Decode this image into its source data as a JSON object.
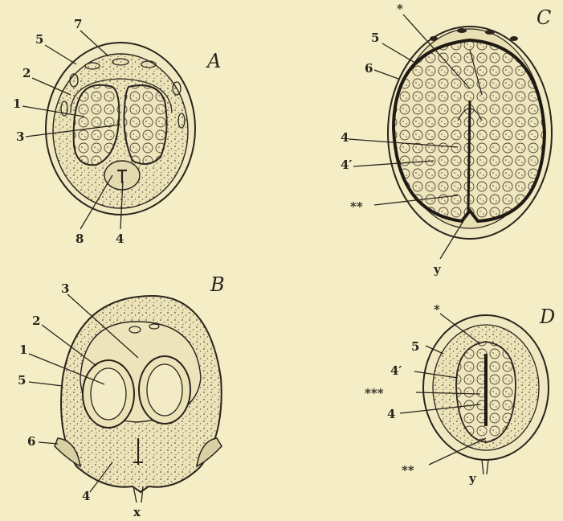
{
  "panels": {
    "A": {
      "letter": "A",
      "labels": {
        "l7": "7",
        "l5": "5",
        "l2": "2",
        "l1": "1",
        "l3": "3",
        "l8": "8",
        "l4": "4"
      }
    },
    "B": {
      "letter": "B",
      "labels": {
        "l3": "3",
        "l2": "2",
        "l1": "1",
        "l5": "5",
        "l6": "6",
        "l4": "4",
        "lx": "x"
      }
    },
    "C": {
      "letter": "C",
      "labels": {
        "star": "*",
        "l5": "5",
        "l6": "6",
        "l4": "4",
        "l4p": "4′",
        "dstar": "**",
        "ly": "y"
      }
    },
    "D": {
      "letter": "D",
      "labels": {
        "star": "*",
        "l5": "5",
        "l4p": "4′",
        "tstar": "***",
        "l4": "4",
        "dstar": "**",
        "ly": "y"
      }
    }
  },
  "colors": {
    "paper": "#f4edc6",
    "ink": "#2a241c",
    "tissue": "#e9e0b4"
  }
}
